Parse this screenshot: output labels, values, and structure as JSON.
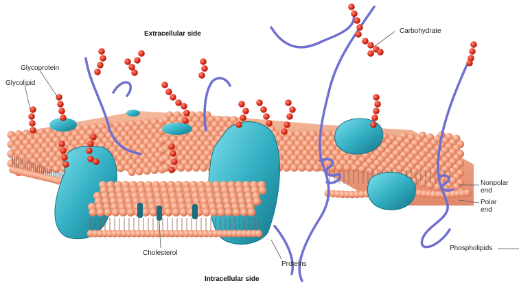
{
  "labels": {
    "extracellular": "Extracellular side",
    "intracellular": "Intracellular side",
    "glycoprotein": "Glycoprotein",
    "glycolipid": "Glycolipid",
    "carbohydrate": "Carbohydrate",
    "nonpolar": "Nonpolar end",
    "nonpolar_1": "Nonpolar",
    "nonpolar_2": "end",
    "polar_1": "Polar",
    "polar_2": "end",
    "phospholipids": "Phospholipids",
    "proteins": "Proteins",
    "cholesterol": "Cholesterol"
  },
  "colors": {
    "lipid_head": "#f2a07e",
    "lipid_head_dark": "#d9785a",
    "protein": "#39b6c8",
    "protein_dark": "#1c8596",
    "carbohydrate": "#e0301e",
    "fiber": "#6f6fd0",
    "leader": "#555555"
  }
}
